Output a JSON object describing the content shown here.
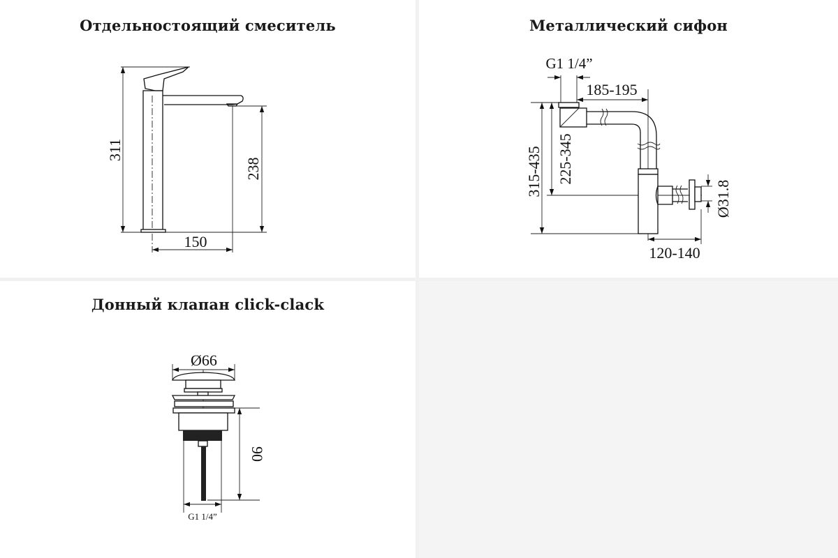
{
  "panels": {
    "faucet": {
      "title": "Отдельностоящий смеситель",
      "dims": {
        "height_total": "311",
        "height_spout": "238",
        "reach": "150"
      }
    },
    "siphon": {
      "title": "Металлический сифон",
      "dims": {
        "thread": "G1 1/4”",
        "width": "185-195",
        "height_total": "315-435",
        "height_outlet": "225-345",
        "outlet_diameter": "Ø31.8",
        "depth": "120-140"
      }
    },
    "drain": {
      "title": "Донный клапан click-clack",
      "dims": {
        "diameter": "Ø66",
        "height": "90",
        "thread": "G1 1/4”"
      }
    }
  }
}
